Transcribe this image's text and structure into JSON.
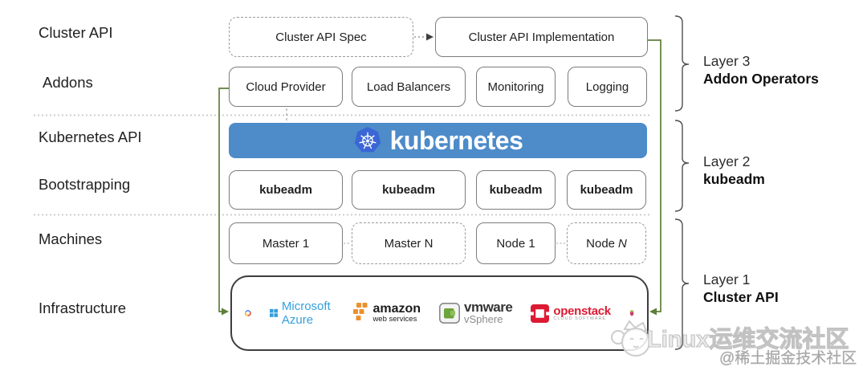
{
  "left_labels": [
    "Cluster API",
    "Addons",
    "Kubernetes API",
    "Bootstrapping",
    "Machines",
    "Infrastructure"
  ],
  "top_row": {
    "spec": "Cluster API Spec",
    "implementation": "Cluster API Implementation"
  },
  "addons_row": [
    "Cloud Provider",
    "Load Balancers",
    "Monitoring",
    "Logging"
  ],
  "kubernetes_banner": {
    "wordmark": "kubernetes",
    "logo_icon": "kubernetes-helm-wheel-icon",
    "banner_color": "#4d8bc9",
    "logo_color": "#3a66d6"
  },
  "kubeadm_row": [
    "kubeadm",
    "kubeadm",
    "kubeadm",
    "kubeadm"
  ],
  "machines_row": [
    {
      "label": "Master 1",
      "style": "solid"
    },
    {
      "label": "Master N",
      "style": "dashed"
    },
    {
      "label": "Node 1",
      "style": "solid"
    },
    {
      "label": "Node",
      "italic_suffix": "N",
      "style": "dashed"
    }
  ],
  "infrastructure": {
    "providers": [
      {
        "name": "Google Cloud Platform",
        "icon": "google-cloud-hexagon-icon"
      },
      {
        "name": "Microsoft Azure",
        "icon": "azure-window-icon",
        "text": "Microsoft Azure"
      },
      {
        "name": "Amazon Web Services",
        "icon": "aws-cubes-icon",
        "text": "amazon",
        "subtext": "web services"
      },
      {
        "name": "VMware vSphere",
        "icon": "vmware-icon",
        "text": "vmware",
        "subtext": "vSphere"
      },
      {
        "name": "OpenStack",
        "icon": "openstack-icon",
        "text": "openstack",
        "subtext": "CLOUD SOFTWARE"
      },
      {
        "name": "Raspberry Pi",
        "icon": "raspberry-pi-icon"
      }
    ]
  },
  "layers": [
    {
      "title": "Layer 3",
      "subtitle": "Addon Operators"
    },
    {
      "title": "Layer 2",
      "subtitle": "kubeadm"
    },
    {
      "title": "Layer 1",
      "subtitle": "Cluster API"
    }
  ],
  "watermark": {
    "line1": "Linux运维交流社区",
    "line2": "@稀土掘金技术社区",
    "mascot_icon": "cartoon-cat-mascot-icon"
  },
  "colors": {
    "connector_green": "#5e7e3a",
    "banner_blue": "#4d8bc9",
    "k8s_logo_blue": "#3a66d6",
    "gcp_blue": "#4285f4",
    "gcp_red": "#dc4437",
    "gcp_yellow": "#f5b400",
    "azure_blue": "#35a0dc",
    "aws_orange": "#ec912d",
    "vmware_green": "#6ba43a",
    "openstack_red": "#dc1a32",
    "raspberry_crimson": "#bc1142",
    "raspberry_leaf_green": "#75a928"
  }
}
